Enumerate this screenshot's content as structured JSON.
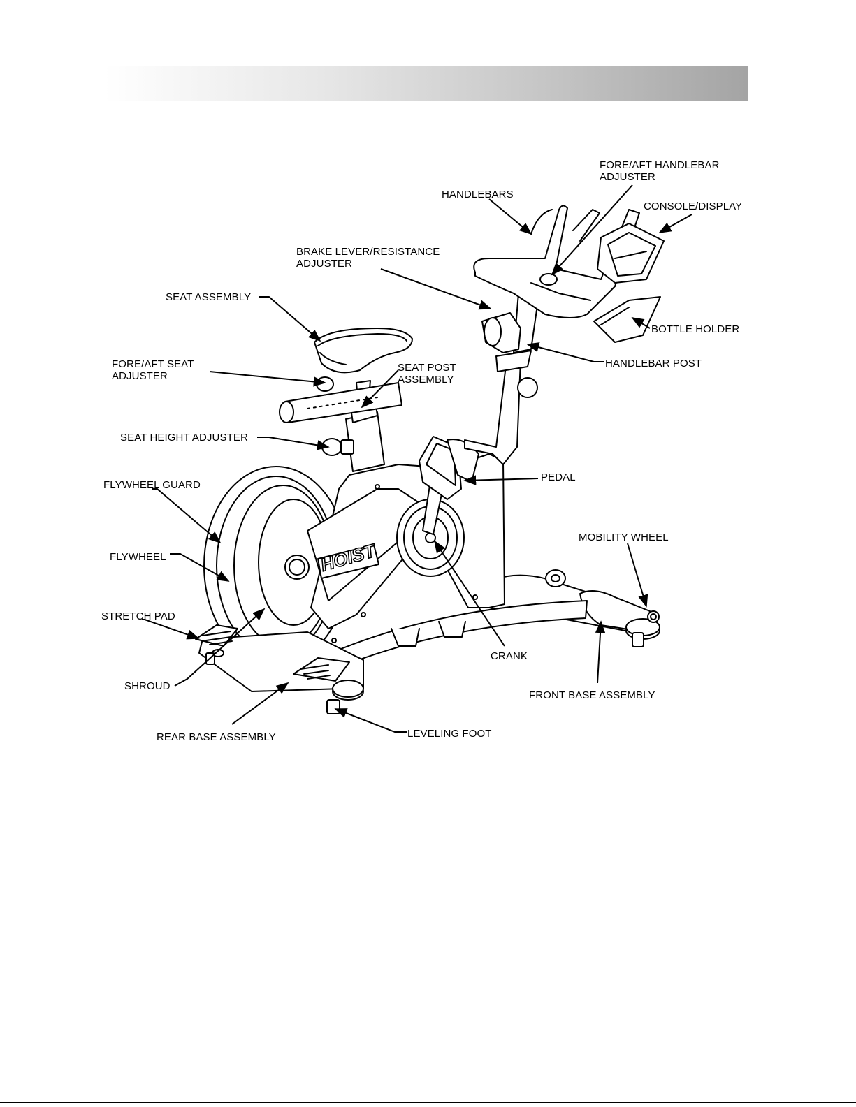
{
  "callouts": {
    "fore_aft_handlebar_adjuster": "FORE/AFT HANDLEBAR\nADJUSTER",
    "handlebars": "HANDLEBARS",
    "console_display": "CONSOLE/DISPLAY",
    "brake_lever": "BRAKE LEVER/RESISTANCE\nADJUSTER",
    "seat_assembly": "SEAT ASSEMBLY",
    "bottle_holder": "BOTTLE HOLDER",
    "fore_aft_seat_adjuster": "FORE/AFT SEAT\nADJUSTER",
    "seat_post_assembly": "SEAT POST\nASSEMBLY",
    "handlebar_post": "HANDLEBAR POST",
    "seat_height_adjuster": "SEAT HEIGHT ADJUSTER",
    "flywheel_guard": "FLYWHEEL GUARD",
    "pedal": "PEDAL",
    "mobility_wheel": "MOBILITY WHEEL",
    "flywheel": "FLYWHEEL",
    "stretch_pad": "STRETCH PAD",
    "crank": "CRANK",
    "shroud": "SHROUD",
    "front_base_assembly": "FRONT BASE ASSEMBLY",
    "leveling_foot": "LEVELING FOOT",
    "rear_base_assembly": "REAR BASE ASSEMBLY"
  },
  "logo": {
    "brand": "HOIST"
  }
}
